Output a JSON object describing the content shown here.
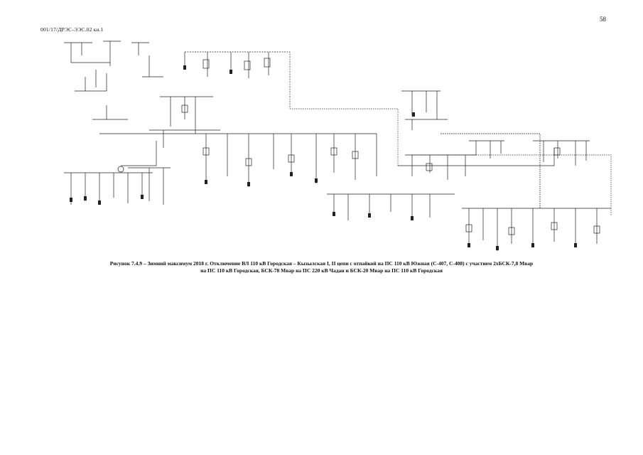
{
  "page": {
    "number": "58",
    "document_code": "001/17/ДРЭС-ЭЭС.02  кн.1"
  },
  "figure": {
    "caption_line1": "Рисунок 7.4.9 – Зимний максимум 2018 г. Отключение ВЛ 110 кВ Городская – Кызылская I, II цепи с отпайкой на ПС 110 кВ Южная (С-407, С-408) с участием 2хБСК-7,8 Мвар",
    "caption_line2": "на ПС 110 кВ Городская, БСК-78 Мвар на ПС 220 кВ Чадан и БСК-20 Мвар на ПС 110 кВ Городская"
  }
}
